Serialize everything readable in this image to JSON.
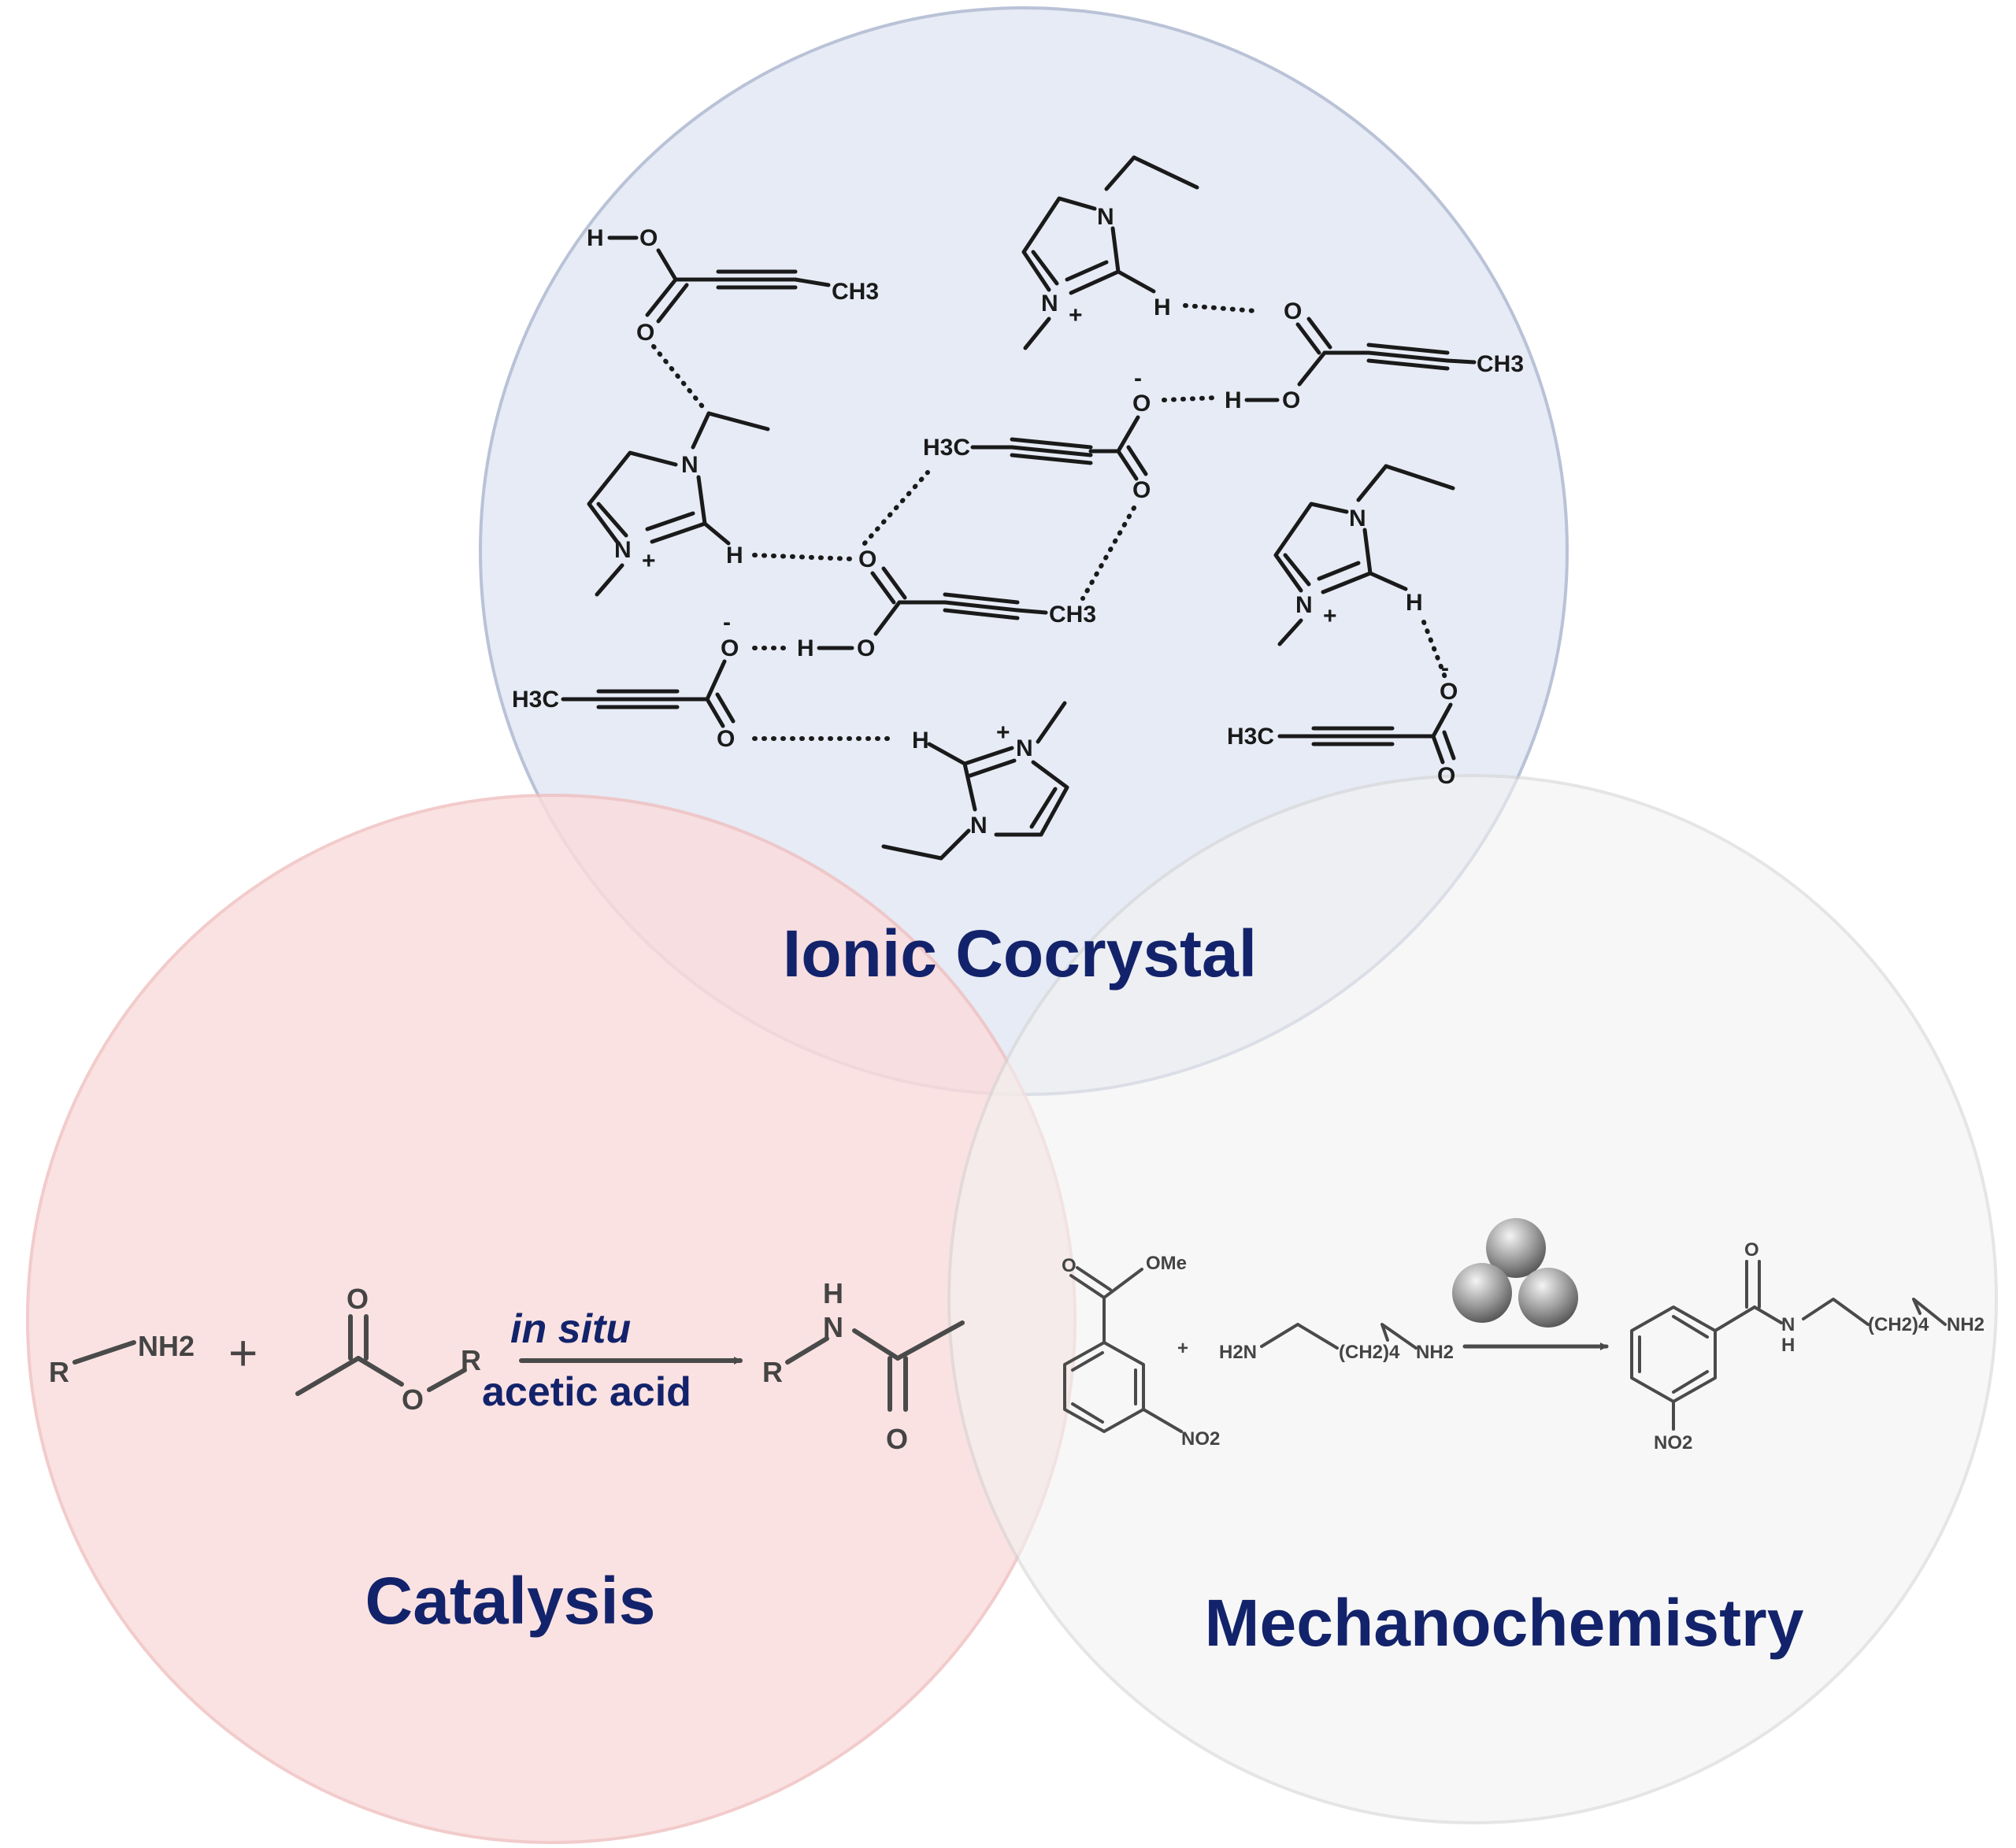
{
  "circles": {
    "ionic": {
      "label": "Ionic Cocrystal",
      "fill": "#e6ebf5",
      "stroke": "#b9c2d6"
    },
    "catalysis": {
      "label": "Catalysis",
      "fill": "#fbdcdc",
      "stroke": "#f0c0c0"
    },
    "mechano": {
      "label": "Mechanochemistry",
      "fill": "#f2f2f2",
      "stroke": "#d4d4d4"
    }
  },
  "label_color": "#13236b",
  "catalysis_reaction": {
    "reagent_condition": "in situ",
    "solvent_condition": "acetic acid",
    "amine_group": "NH2",
    "r_group": "R",
    "plus": "+",
    "carbonyl_o": "O",
    "ester_o": "O",
    "amide_h": "H",
    "amide_n": "N"
  },
  "mechano_reaction": {
    "ester_group": "OMe",
    "carbonyl_o": "O",
    "nitro_group": "NO2",
    "plus": "+",
    "diamine_left": "H2N",
    "chain": "(CH2)4",
    "diamine_right": "NH2",
    "amide_n": "N",
    "amide_h": "H"
  },
  "ionic_structure": {
    "methyl": "CH3",
    "methyl_left": "H3C",
    "oxygen": "O",
    "hydrogen": "H",
    "nitrogen": "N",
    "charge_plus": "+",
    "charge_minus": "-"
  }
}
